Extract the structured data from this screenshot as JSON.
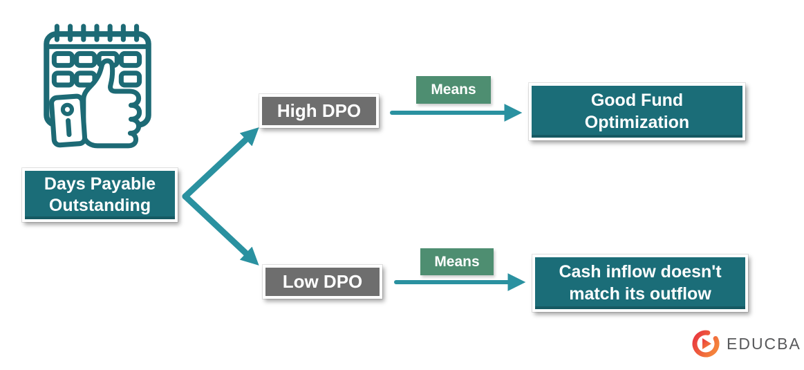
{
  "diagram": {
    "title_hint": "Days Payable Outstanding meaning diagram",
    "root_label": "Days Payable\nOutstanding",
    "branches": [
      {
        "node_label": "High DPO",
        "connector_label": "Means",
        "outcome_label": "Good Fund\nOptimization"
      },
      {
        "node_label": "Low DPO",
        "connector_label": "Means",
        "outcome_label": "Cash inflow doesn't\nmatch its outflow"
      }
    ]
  },
  "icons": {
    "root_icon": "calendar-thumbs-up-icon",
    "logo_icon": "educba-e-play-icon"
  },
  "logo": {
    "text": "EDUCBA"
  },
  "colors": {
    "teal_box": "#1b6d78",
    "gray_box": "#6e6e6e",
    "green_label": "#4e8e71",
    "arrow": "#2a91a0",
    "icon_stroke": "#1d6a75",
    "logo_text": "#58595b",
    "logo_red": "#e8343f",
    "logo_orange": "#f4813b"
  }
}
